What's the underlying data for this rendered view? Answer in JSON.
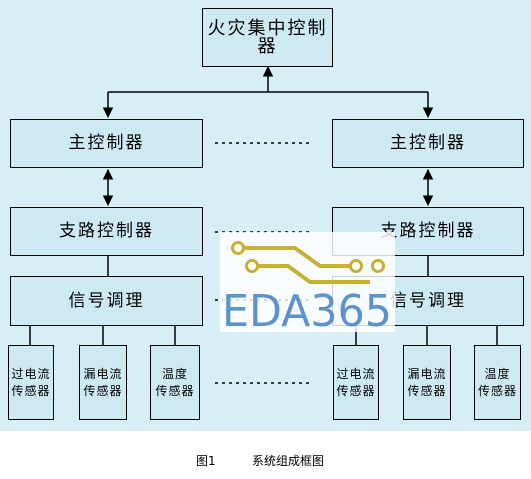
{
  "diagram": {
    "top_box": "火灾集中控制器",
    "left_column": {
      "main_controller": "主控制器",
      "branch_controller": "支路控制器",
      "signal_conditioning": "信号调理",
      "sensors": [
        "过电流\n传感器",
        "漏电流\n传感器",
        "温度\n传感器"
      ]
    },
    "right_column": {
      "main_controller": "主控制器",
      "branch_controller": "支路控制器",
      "signal_conditioning": "信号调理",
      "sensors": [
        "过电流\n传感器",
        "漏电流\n传感器",
        "温度\n传感器"
      ]
    }
  },
  "watermark": {
    "text": "EDA365",
    "colors": {
      "text": "#4a86c8",
      "circuit": "#c8b032",
      "background": "#ffffff"
    }
  },
  "caption": {
    "figure_number": "图1",
    "title": "系统组成框图"
  }
}
